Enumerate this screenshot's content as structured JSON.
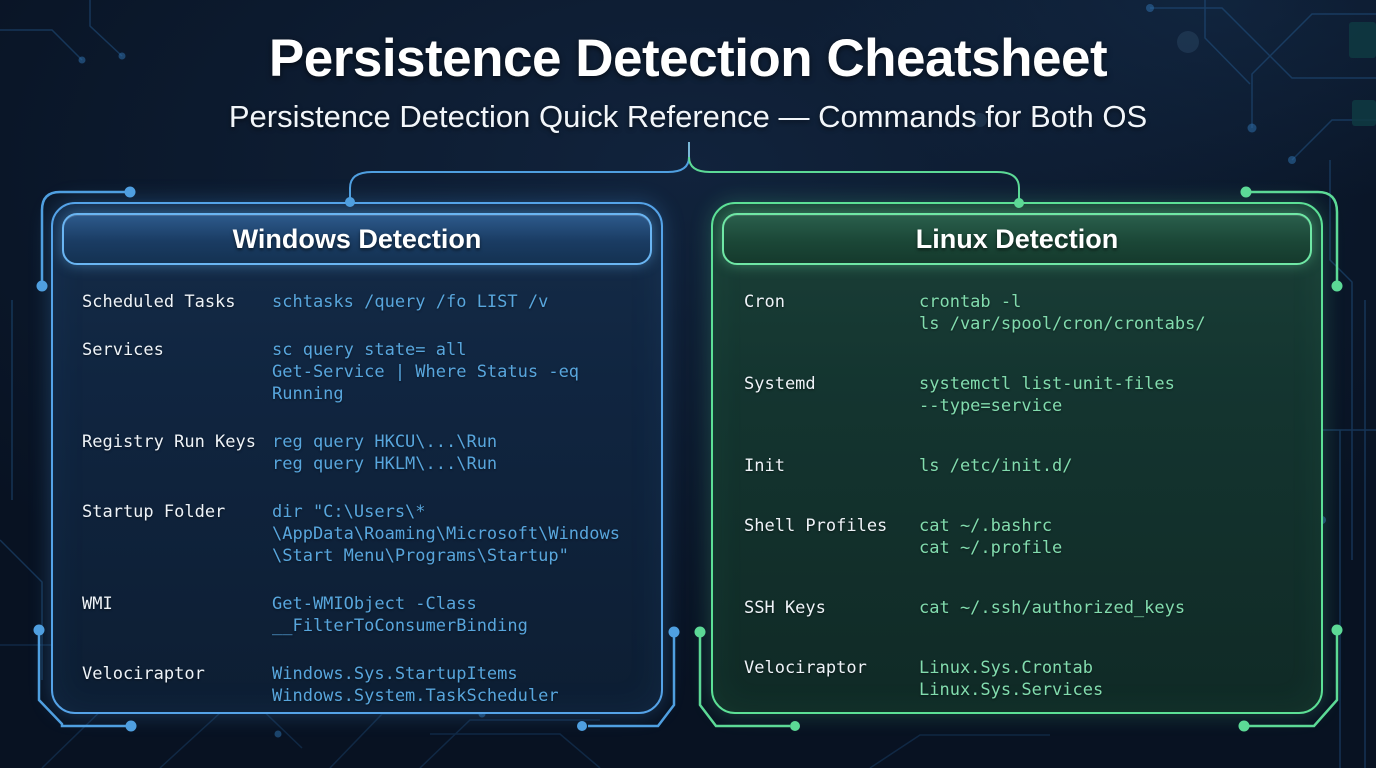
{
  "header": {
    "title": "Persistence Detection Cheatsheet",
    "subtitle": "Persistence Detection Quick Reference — Commands for Both OS"
  },
  "panels": {
    "windows": {
      "title": "Windows Detection",
      "rows": [
        {
          "label": "Scheduled Tasks",
          "command": "schtasks /query /fo LIST /v"
        },
        {
          "label": "Services",
          "command": "sc query state= all\nGet-Service | Where Status -eq\nRunning"
        },
        {
          "label": "Registry Run Keys",
          "command": "reg query HKCU\\...\\Run\nreg query HKLM\\...\\Run"
        },
        {
          "label": "Startup Folder",
          "command": "dir \"C:\\Users\\*\n\\AppData\\Roaming\\Microsoft\\Windows\n\\Start Menu\\Programs\\Startup\""
        },
        {
          "label": "WMI",
          "command": "Get-WMIObject -Class\n__FilterToConsumerBinding"
        },
        {
          "label": "Velociraptor",
          "command": "Windows.Sys.StartupItems\nWindows.System.TaskScheduler"
        }
      ]
    },
    "linux": {
      "title": "Linux Detection",
      "rows": [
        {
          "label": "Cron",
          "command": "crontab -l\nls /var/spool/cron/crontabs/"
        },
        {
          "label": "Systemd",
          "command": "systemctl list-unit-files\n--type=service"
        },
        {
          "label": "Init",
          "command": "ls /etc/init.d/"
        },
        {
          "label": "Shell Profiles",
          "command": "cat ~/.bashrc\ncat ~/.profile"
        },
        {
          "label": "SSH Keys",
          "command": "cat ~/.ssh/authorized_keys"
        },
        {
          "label": "Velociraptor",
          "command": "Linux.Sys.Crontab\nLinux.Sys.Services"
        }
      ]
    }
  },
  "colors": {
    "background": "#0c1a2e",
    "windows_accent": "#55a3e8",
    "windows_command": "#58a6dd",
    "linux_accent": "#5ce096",
    "linux_command": "#82dcae",
    "label_text": "#eef3f8",
    "title_text": "#ffffff"
  }
}
